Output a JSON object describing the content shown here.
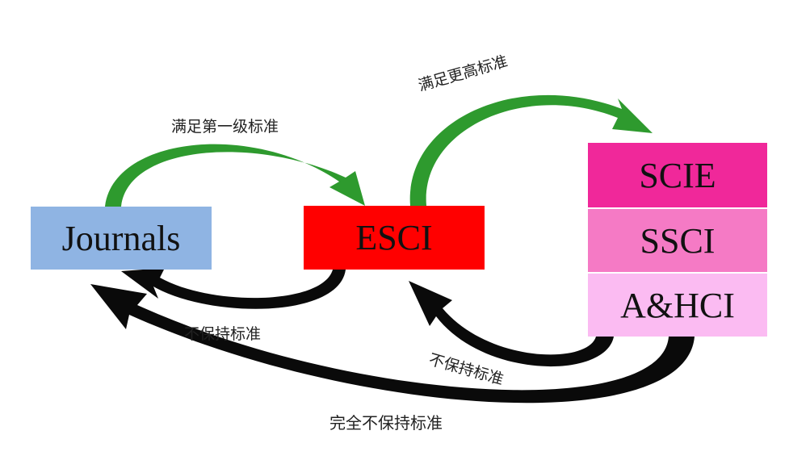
{
  "nodes": {
    "journals": {
      "label": "Journals",
      "color": "#8FB4E3"
    },
    "esci": {
      "label": "ESCI",
      "color": "#FF0000"
    },
    "indexes": [
      {
        "label": "SCIE",
        "color": "#F0289A"
      },
      {
        "label": "SSCI",
        "color": "#F57AC5"
      },
      {
        "label": "A&HCI",
        "color": "#FBBBF2"
      }
    ]
  },
  "edges": {
    "journals_to_esci": "满足第一级标准",
    "esci_to_indexes": "满足更高标准",
    "esci_to_journals": "不保持标准",
    "indexes_to_esci": "不保持标准",
    "indexes_to_journals": "完全不保持标准"
  },
  "colors": {
    "promote_arrow": "#2E9A2E",
    "demote_arrow": "#0A0A0A"
  }
}
